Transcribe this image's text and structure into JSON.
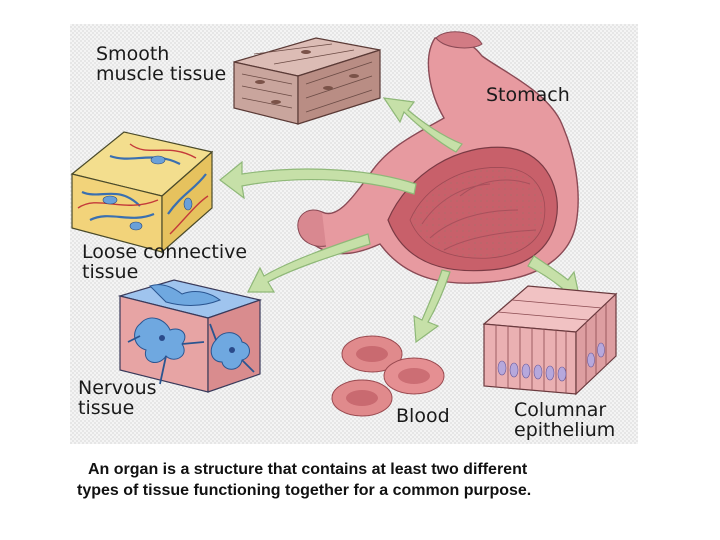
{
  "labels": {
    "smooth_muscle": "Smooth\nmuscle tissue",
    "stomach": "Stomach",
    "loose_connective": "Loose connective\ntissue",
    "nervous": "Nervous\ntissue",
    "blood": "Blood",
    "columnar": "Columnar\nepithelium"
  },
  "caption": {
    "line1": "An organ is a structure that contains at least two different",
    "line2": "types of tissue functioning together for a common purpose."
  },
  "colors": {
    "stomach": "#e79aa0",
    "stomach_lining": "#c8606a",
    "arrow": "#c6e0a8",
    "muscle_tissue": "#c9a59d",
    "loose_connective_yellow": "#f2d37a",
    "loose_connective_blue": "#6aa0d8",
    "nervous_blue": "#6fa8e0",
    "nervous_pink": "#e7a4a4",
    "blood_cell": "#e08a8c",
    "epithelium": "#eab0b2"
  }
}
